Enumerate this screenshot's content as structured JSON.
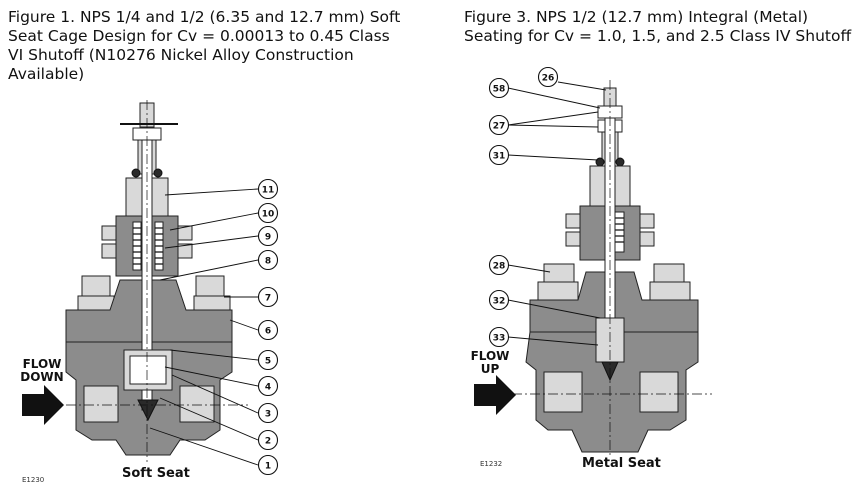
{
  "figures": [
    {
      "title": "Figure 1. NPS 1/4 and 1/2 (6.35 and 12.7 mm) Soft Seat Cage Design for Cv = 0.00013 to 0.45 Class VI Shutoff (N10276 Nickel Alloy Construction Available)",
      "flow_label": "FLOW DOWN",
      "caption": "Soft Seat",
      "drawing_code": "E1230",
      "callouts": [
        "11",
        "10",
        "9",
        "8",
        "7",
        "6",
        "5",
        "4",
        "3",
        "2",
        "1"
      ]
    },
    {
      "title": "Figure 3. NPS 1/2 (12.7 mm) Integral (Metal) Seating for Cv = 1.0, 1.5, and 2.5 Class IV Shutoff",
      "flow_label": "FLOW UP",
      "caption": "Metal Seat",
      "drawing_code": "E1232",
      "callouts": [
        "26",
        "58",
        "27",
        "31",
        "28",
        "32",
        "33"
      ]
    }
  ]
}
